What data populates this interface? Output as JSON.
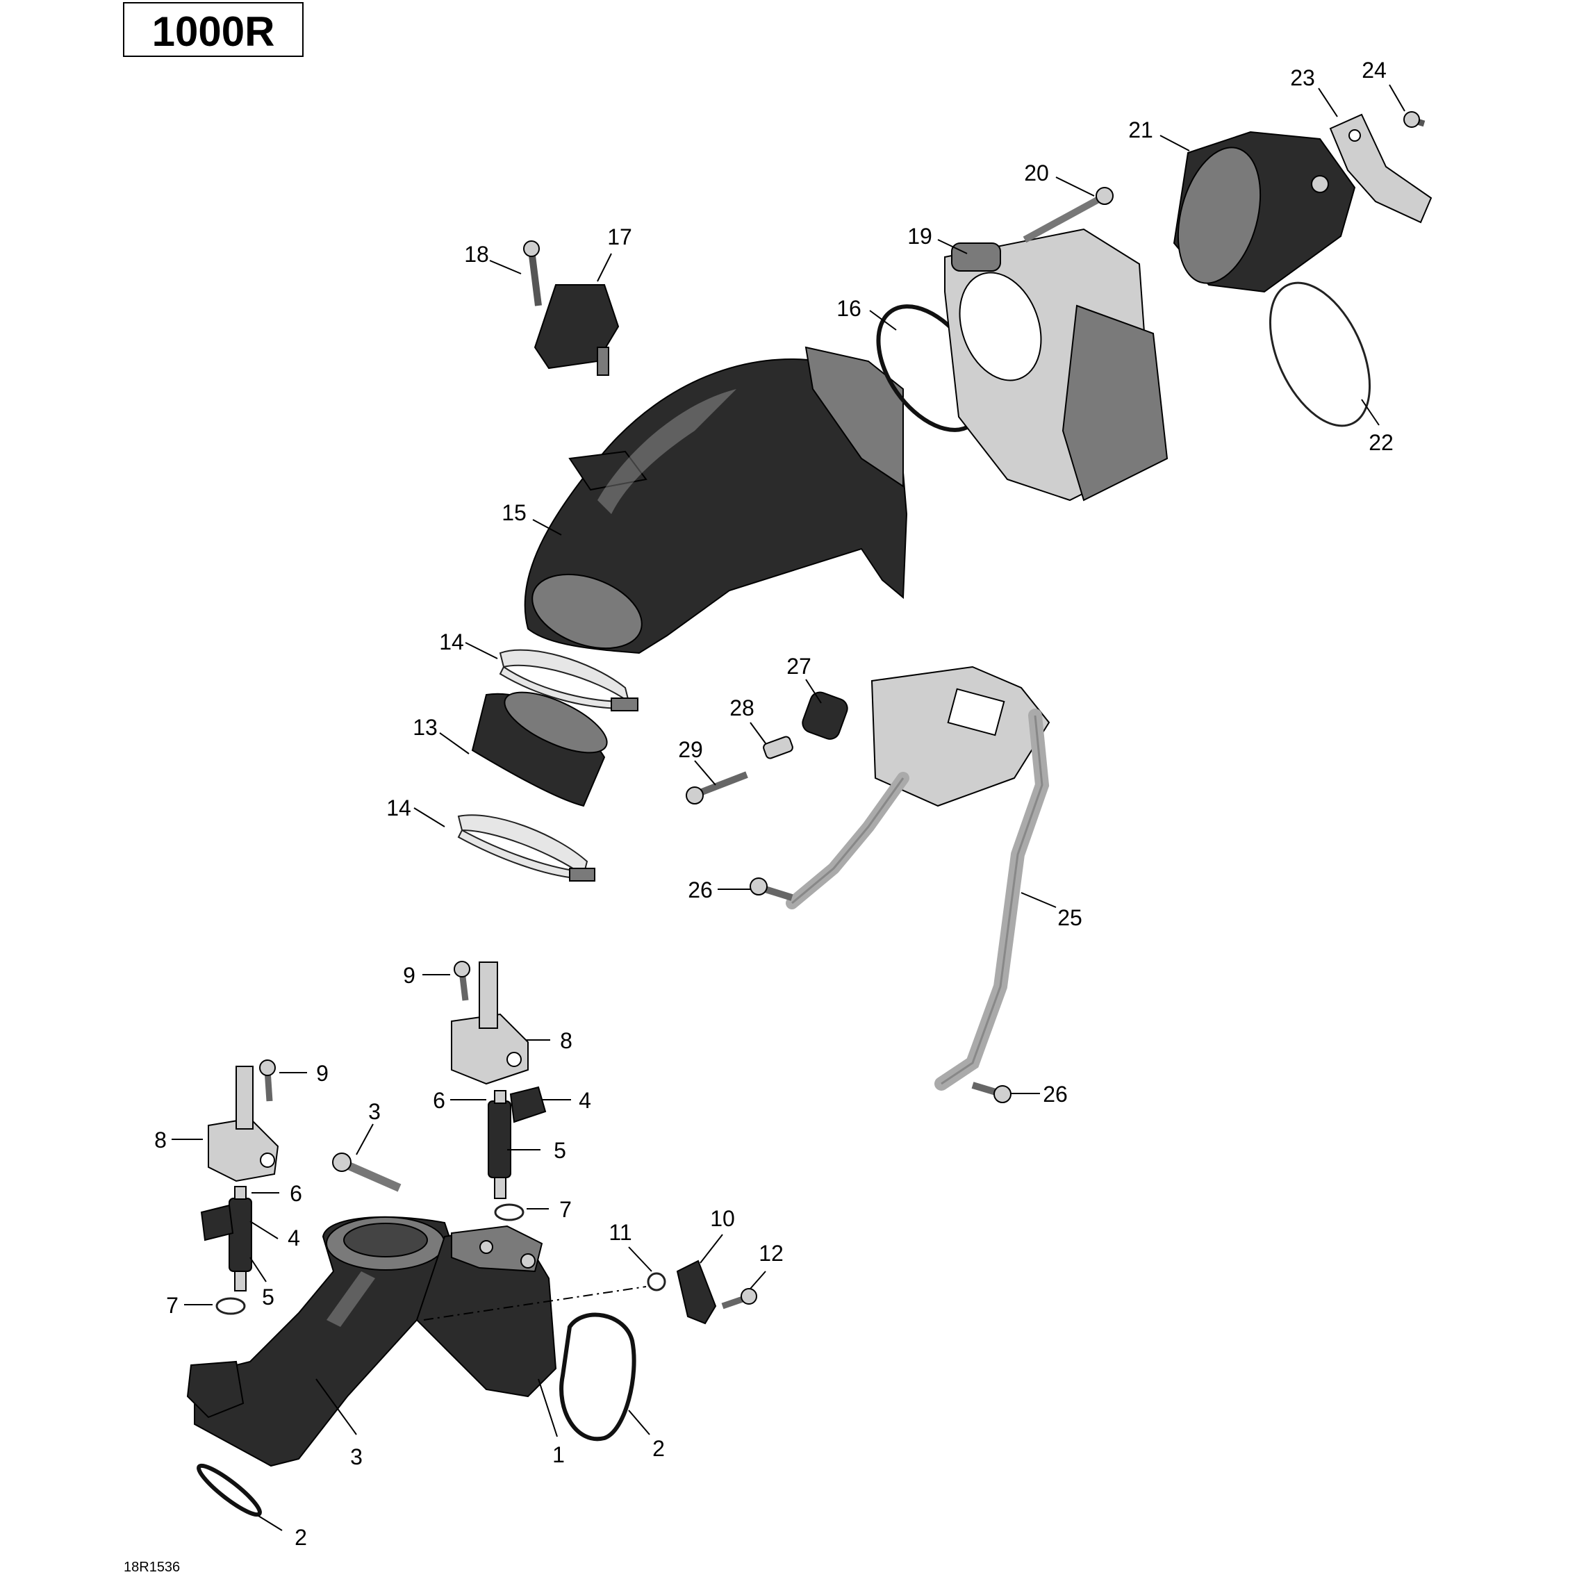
{
  "model_label": "1000R",
  "diagram_ref": "18R1536",
  "callouts": [
    "1",
    "2",
    "2",
    "3",
    "3",
    "4",
    "4",
    "5",
    "5",
    "6",
    "6",
    "7",
    "7",
    "8",
    "8",
    "9",
    "9",
    "10",
    "11",
    "12",
    "13",
    "14",
    "14",
    "15",
    "16",
    "17",
    "18",
    "19",
    "20",
    "21",
    "22",
    "23",
    "24",
    "25",
    "26",
    "26",
    "27",
    "28",
    "29"
  ]
}
